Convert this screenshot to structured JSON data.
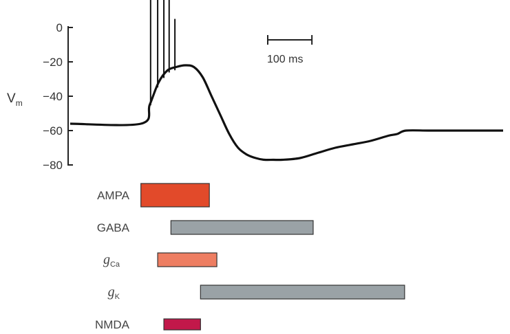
{
  "chart_data": {
    "type": "line",
    "ylabel": "V",
    "ylabel_sub": "m",
    "ylim": [
      -80,
      0
    ],
    "yticks": [
      0,
      -20,
      -40,
      -60,
      -80
    ],
    "time_range_ms": [
      -160,
      820
    ],
    "scale_bar": {
      "length_ms": 100,
      "label": "100 ms"
    },
    "series": [
      {
        "x": [
          -160,
          0,
          20,
          40,
          60,
          80,
          100,
          120,
          140,
          160,
          180,
          200,
          220,
          240,
          260,
          280,
          300,
          320,
          360,
          400,
          440,
          480,
          520,
          560,
          580,
          600,
          650,
          700,
          760,
          820
        ],
        "y": [
          -56,
          -56,
          -45,
          -32,
          -25,
          -23,
          -22,
          -23,
          -29,
          -40,
          -51,
          -62,
          -70,
          -74,
          -76,
          -77,
          -77,
          -77,
          -76,
          -73,
          -70,
          -68,
          -66,
          -63,
          -62,
          -60,
          -60,
          -60,
          -60,
          -60
        ]
      }
    ],
    "spikes": [
      {
        "t": 22,
        "peak": 32
      },
      {
        "t": 38,
        "peak": 32
      },
      {
        "t": 52,
        "peak": 32
      },
      {
        "t": 64,
        "peak": 32
      },
      {
        "t": 77,
        "peak": 5
      }
    ]
  },
  "conductances": [
    {
      "name": "AMPA",
      "label": "AMPA",
      "sub": "",
      "italic": false,
      "start_ms": 0,
      "end_ms": 155,
      "color": "#e24a2a",
      "row": 0
    },
    {
      "name": "GABA",
      "label": "GABA",
      "sub": "",
      "italic": false,
      "start_ms": 68,
      "end_ms": 390,
      "color": "#9aa2a6",
      "row": 1
    },
    {
      "name": "gCa",
      "label": "g",
      "sub": "Ca",
      "italic": true,
      "start_ms": 38,
      "end_ms": 172,
      "color": "#ee7e62",
      "row": 2
    },
    {
      "name": "gK",
      "label": "g",
      "sub": "K",
      "italic": true,
      "start_ms": 135,
      "end_ms": 597,
      "color": "#9aa2a6",
      "row": 3
    },
    {
      "name": "NMDA",
      "label": "NMDA",
      "sub": "",
      "italic": false,
      "start_ms": 52,
      "end_ms": 135,
      "color": "#c2184a",
      "row": 4
    }
  ]
}
